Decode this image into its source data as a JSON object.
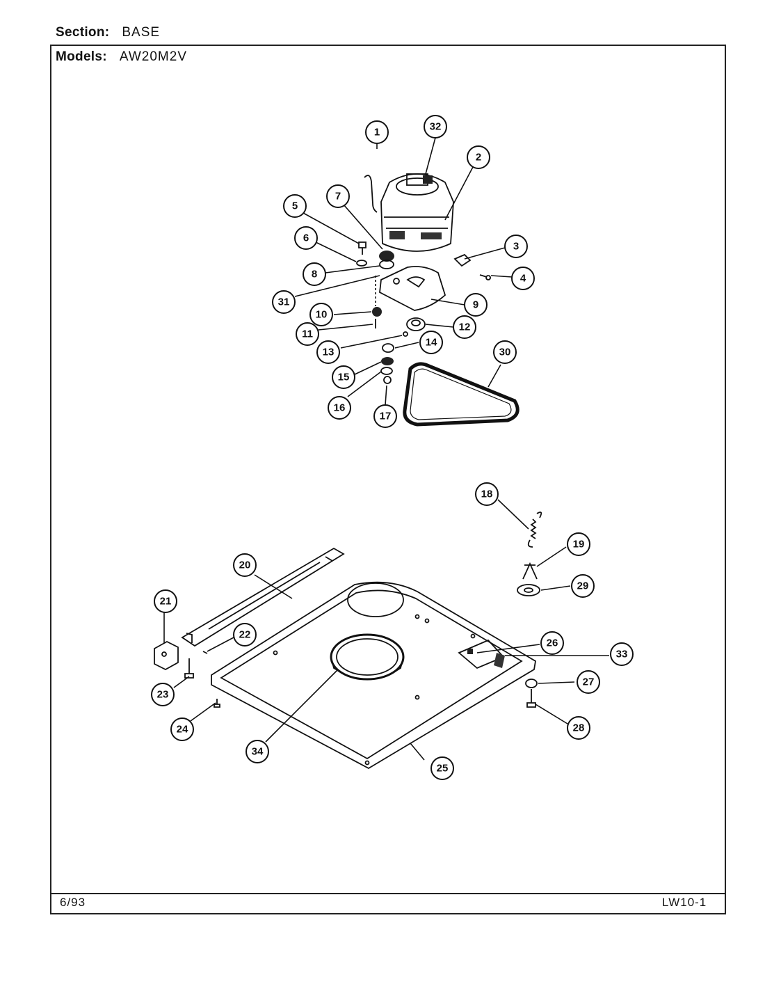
{
  "header": {
    "section_label": "Section:",
    "section_value": "BASE",
    "models_label": "Models:",
    "models_value": "AW20M2V"
  },
  "footer": {
    "date": "6/93",
    "page_code": "LW10-1"
  },
  "callouts": [
    "1",
    "2",
    "3",
    "4",
    "5",
    "6",
    "7",
    "8",
    "9",
    "10",
    "11",
    "12",
    "13",
    "14",
    "15",
    "16",
    "17",
    "18",
    "19",
    "20",
    "21",
    "22",
    "23",
    "24",
    "25",
    "26",
    "27",
    "28",
    "29",
    "30",
    "31",
    "32",
    "33",
    "34"
  ]
}
